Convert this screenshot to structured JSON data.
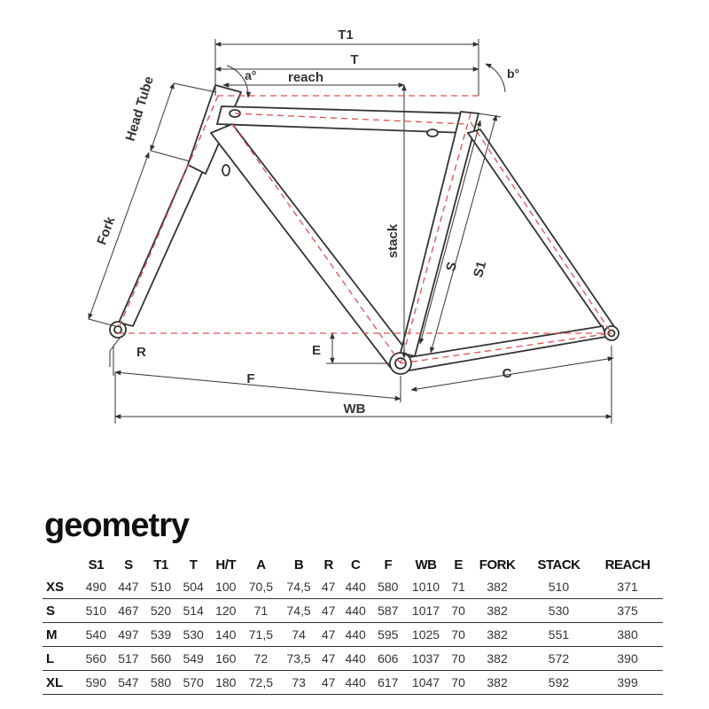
{
  "diagram": {
    "labels": {
      "t1": "T1",
      "t": "T",
      "a": "a°",
      "b": "b°",
      "reach": "reach",
      "head_tube": "Head Tube",
      "fork": "Fork",
      "stack": "stack",
      "s": "S",
      "s1": "S1",
      "r": "R",
      "e": "E",
      "f": "F",
      "c": "C",
      "wb": "WB"
    }
  },
  "geometry": {
    "title": "geometry",
    "columns": [
      "S1",
      "S",
      "T1",
      "T",
      "H/T",
      "A",
      "B",
      "R",
      "C",
      "F",
      "WB",
      "E",
      "FORK",
      "STACK",
      "REACH"
    ],
    "rows": [
      {
        "size": "XS",
        "values": [
          "490",
          "447",
          "510",
          "504",
          "100",
          "70,5",
          "74,5",
          "47",
          "440",
          "580",
          "1010",
          "71",
          "382",
          "510",
          "371"
        ]
      },
      {
        "size": "S",
        "values": [
          "510",
          "467",
          "520",
          "514",
          "120",
          "71",
          "74,5",
          "47",
          "440",
          "587",
          "1017",
          "70",
          "382",
          "530",
          "375"
        ]
      },
      {
        "size": "M",
        "values": [
          "540",
          "497",
          "539",
          "530",
          "140",
          "71,5",
          "74",
          "47",
          "440",
          "595",
          "1025",
          "70",
          "382",
          "551",
          "380"
        ]
      },
      {
        "size": "L",
        "values": [
          "560",
          "517",
          "560",
          "549",
          "160",
          "72",
          "73,5",
          "47",
          "440",
          "606",
          "1037",
          "70",
          "382",
          "572",
          "390"
        ]
      },
      {
        "size": "XL",
        "values": [
          "590",
          "547",
          "580",
          "570",
          "180",
          "72,5",
          "73",
          "47",
          "440",
          "617",
          "1047",
          "70",
          "382",
          "592",
          "399"
        ]
      }
    ]
  }
}
